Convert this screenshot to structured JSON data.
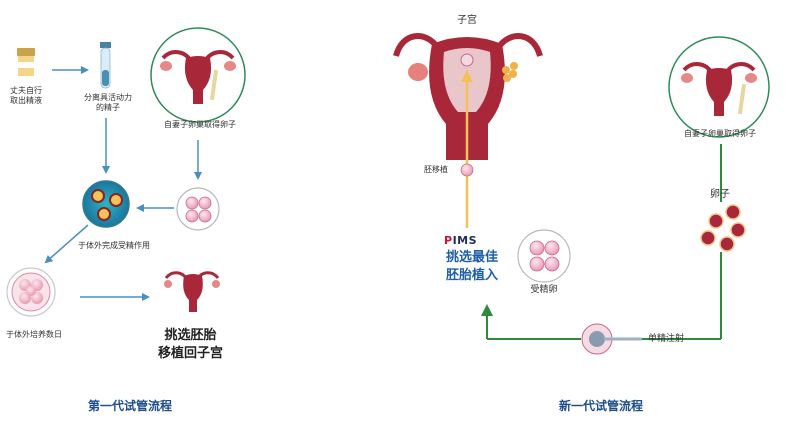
{
  "left": {
    "semen_label": "丈夫自行\n取出精液",
    "sperm_label": "分离具活动力\n的精子",
    "egg_retrieval_label": "自妻子卵巢取得卵子",
    "fertilization_label": "于体外完成受精作用",
    "culture_label": "于体外培养数日",
    "transfer_line1": "挑选胚胎",
    "transfer_line2": "移植回子宫",
    "title": "第一代试管流程"
  },
  "right": {
    "uterus_label": "子宫",
    "embryo_transfer_label": "胚移植",
    "egg_retrieval_label": "自妻子卵巢取得卵子",
    "egg_label": "卵子",
    "pims_logo": "PIMS",
    "select_line1": "挑选最佳",
    "select_line2": "胚胎植入",
    "fertilized_label": "受精卵",
    "icsi_label": "单精注射",
    "title": "新一代试管流程"
  },
  "colors": {
    "arrow_blue": "#4a8fbf",
    "arrow_green": "#2e8b3d",
    "arrow_gold": "#f3c157",
    "uterus": "#a8283a",
    "title": "#1e4d8c",
    "pims_red": "#c8172e"
  }
}
